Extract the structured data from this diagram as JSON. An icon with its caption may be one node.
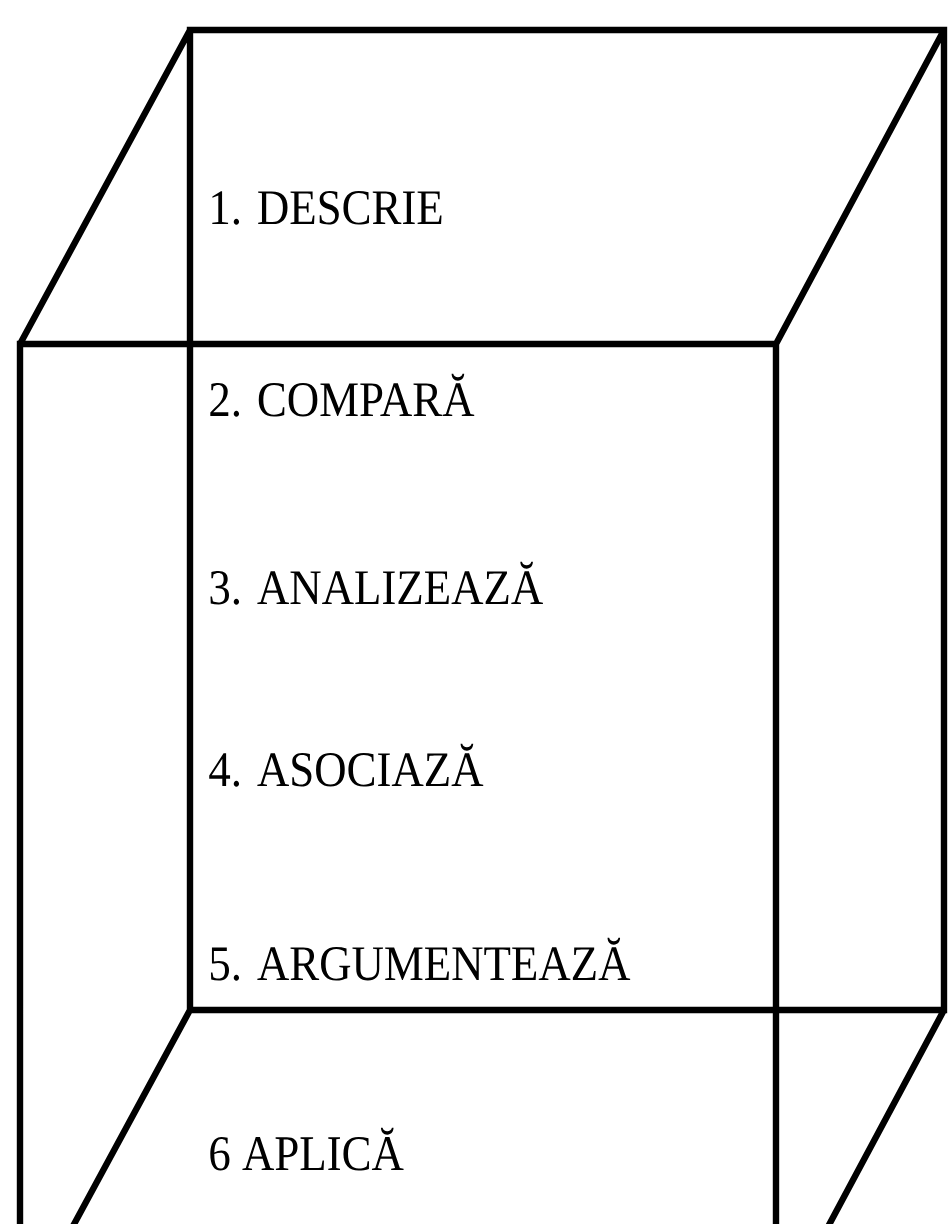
{
  "diagram": {
    "labels": [
      "1. DESCRIE",
      "2. COMPARĂ",
      "3. ANALIZEAZĂ",
      "4. ASOCIAZĂ",
      "5. ARGUMENTEAZĂ",
      "6 APLICĂ"
    ]
  }
}
